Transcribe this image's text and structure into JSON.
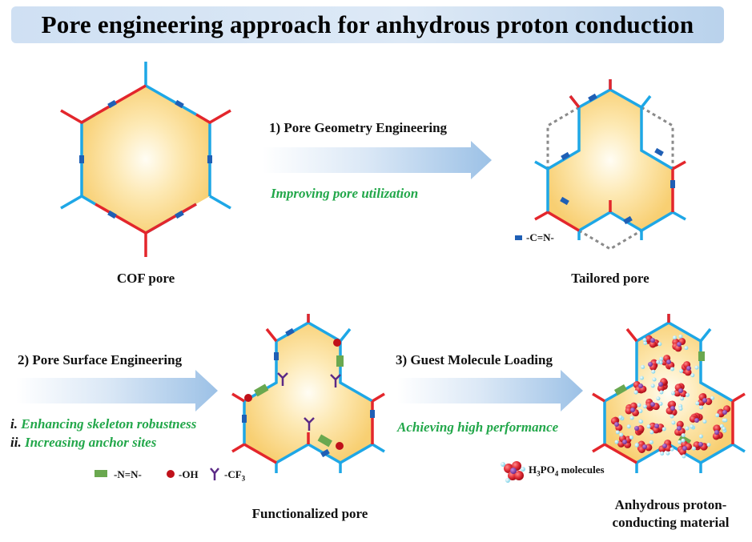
{
  "title": "Pore engineering approach for anhydrous proton conduction",
  "steps": {
    "step1": {
      "label": "1) Pore Geometry Engineering",
      "note": "Improving pore utilization"
    },
    "step2": {
      "label": "2) Pore Surface Engineering",
      "note_i_prefix": "i.",
      "note_i": "Enhancing skeleton robustness",
      "note_ii_prefix": "ii.",
      "note_ii": "Increasing anchor sites"
    },
    "step3": {
      "label": "3) Guest Molecule Loading",
      "note": "Achieving high performance"
    }
  },
  "captions": {
    "cof": "COF pore",
    "tailored": "Tailored pore",
    "functionalized": "Functionalized pore",
    "anhydrous_line1": "Anhydrous proton-",
    "anhydrous_line2": "conducting material"
  },
  "legend": {
    "imine": "-C=N-",
    "azo": "-N=N-",
    "hydroxyl": "-OH",
    "cf3_base": "-CF",
    "cf3_sub": "3",
    "h3po4_a": "H",
    "h3po4_sub1": "3",
    "h3po4_b": "PO",
    "h3po4_sub2": "4",
    "h3po4_c": " molecules"
  },
  "colors": {
    "frame_blue": "#1ea7e6",
    "node_red": "#e3262c",
    "pore_fill": "#fbd987",
    "imine_blue": "#1f5fb5",
    "azo_green": "#6aa84f",
    "oh_red": "#c0111a",
    "cf3_purple": "#5b2a86",
    "note_green": "#22a74a",
    "arrow_blue": "#a8c9ea"
  }
}
